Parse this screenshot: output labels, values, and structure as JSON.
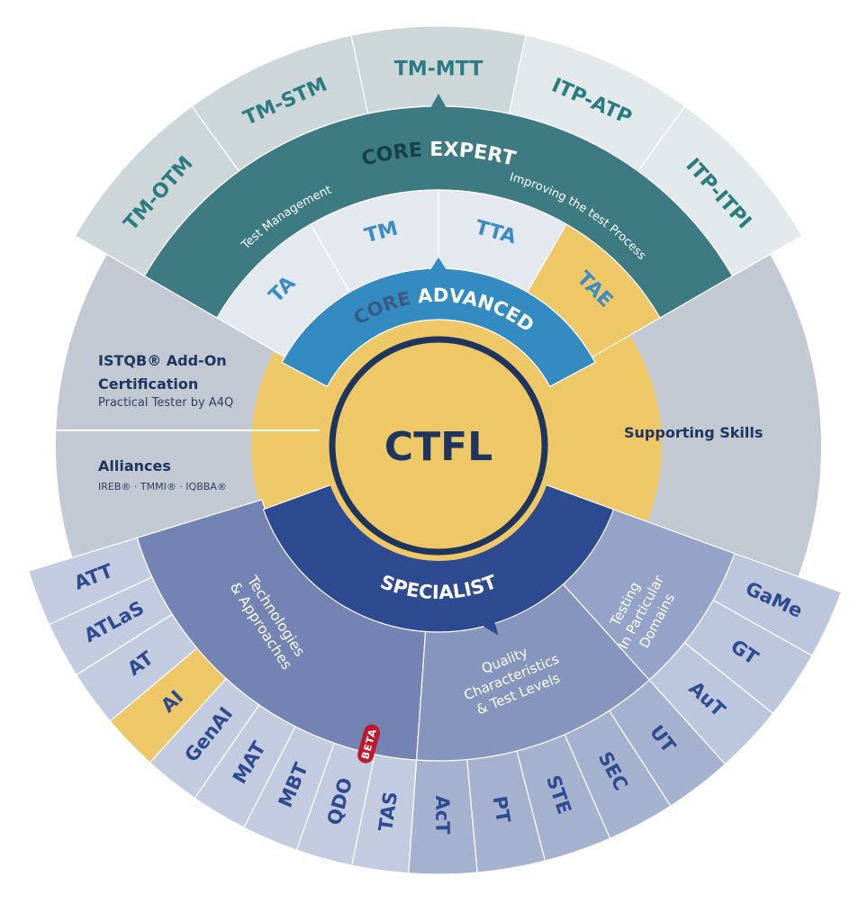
{
  "center": {
    "label": "CTFL"
  },
  "core_advanced": {
    "title_a": "CORE",
    "title_b": "ADVANCED",
    "modules": [
      {
        "label": "TA",
        "highlight": false
      },
      {
        "label": "TM",
        "highlight": false
      },
      {
        "label": "TTA",
        "highlight": false
      },
      {
        "label": "TAE",
        "highlight": true
      }
    ]
  },
  "core_expert": {
    "title_a": "CORE",
    "title_b": "EXPERT",
    "streams": [
      "Test Management",
      "Improving the test Process"
    ],
    "modules": [
      {
        "label": "TM-OTM",
        "stream": 0
      },
      {
        "label": "TM-STM",
        "stream": 0
      },
      {
        "label": "TM-MTT",
        "stream": 0
      },
      {
        "label": "ITP-ATP",
        "stream": 1
      },
      {
        "label": "ITP-ITPI",
        "stream": 1
      }
    ]
  },
  "specialist": {
    "title": "SPECIALIST",
    "groups": [
      {
        "label_lines": [
          "Technologies",
          "& Approaches"
        ],
        "modules": [
          {
            "label": "ATT"
          },
          {
            "label": "ATLaS"
          },
          {
            "label": "AT"
          },
          {
            "label": "AI",
            "highlight": true
          },
          {
            "label": "GenAI"
          },
          {
            "label": "MAT"
          },
          {
            "label": "MBT"
          },
          {
            "label": "QDO",
            "badge": "BETA"
          },
          {
            "label": "TAS"
          }
        ]
      },
      {
        "label_lines": [
          "Quality",
          "Characteristics",
          "& Test Levels"
        ],
        "modules": [
          {
            "label": "AcT"
          },
          {
            "label": "PT"
          },
          {
            "label": "STE"
          },
          {
            "label": "SEC"
          },
          {
            "label": "UT"
          }
        ]
      },
      {
        "label_lines": [
          "Testing",
          "In Particular",
          "Domains"
        ],
        "modules": [
          {
            "label": "AuT"
          },
          {
            "label": "GT"
          },
          {
            "label": "GaMe"
          }
        ]
      }
    ]
  },
  "supporting_skills": "Supporting Skills",
  "add_on": {
    "title_lines": [
      "ISTQB® Add-On",
      "Certification"
    ],
    "subtitle": "Practical Tester by A4Q"
  },
  "alliances": {
    "title": "Alliances",
    "subtitle": "IREB® · TMMI® · IQBBA®"
  },
  "colors": {
    "background_gray": "#c3c9d3",
    "yellow": "#eec766",
    "navy": "#1e3560",
    "core_advanced_blue": "#338bc2",
    "core_advanced_light": "#e4e9ef",
    "core_expert_teal": "#3e7a82",
    "expert_outer_dark": "#cdd7d9",
    "expert_outer_light": "#e1e9eb",
    "specialist_navy": "#2e4a91",
    "group_fills": [
      "#7384b4",
      "#8695bd",
      "#95a3c8"
    ],
    "module_fills": [
      "#c2cbe0",
      "#a5b2cf",
      "#bcc6dd"
    ],
    "beta_red": "#c0182c"
  }
}
